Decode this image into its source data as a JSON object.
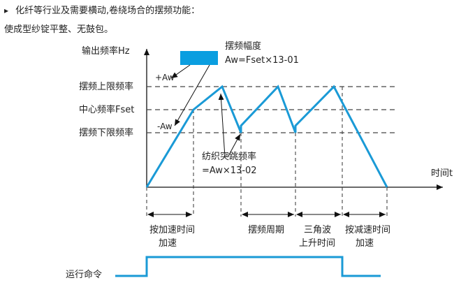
{
  "header": {
    "bullet": "▸",
    "line1": "化纤等行业及需要横动,卷绕场合的摆频功能：",
    "line2": "使成型纱锭平整、无鼓包。"
  },
  "axes": {
    "y_label": "输出频率Hz",
    "x_label": "时间t"
  },
  "levels": {
    "upper": "摆频上限频率",
    "center": "中心频率Fset",
    "lower": "摆频下限频率"
  },
  "annotations": {
    "plus_aw": "+Aw",
    "minus_aw": "-Aw",
    "amplitude_title": "摆频幅度",
    "amplitude_formula": "Aw=Fset×13-01",
    "jump_title": "纺织突跳频率",
    "jump_formula": "=Aw×13-02"
  },
  "phases": {
    "accel_line1": "按加速时间",
    "accel_line2": "加速",
    "period": "摆频周期",
    "rise_line1": "三角波",
    "rise_line2": "上升时间",
    "decel_line1": "按减速时间",
    "decel_line2": "加速"
  },
  "run_command": "运行命令",
  "colors": {
    "waveform": "#1a9ad6",
    "legend_box": "#0a9ee0",
    "dashed": "#444444",
    "axis": "#111111"
  }
}
